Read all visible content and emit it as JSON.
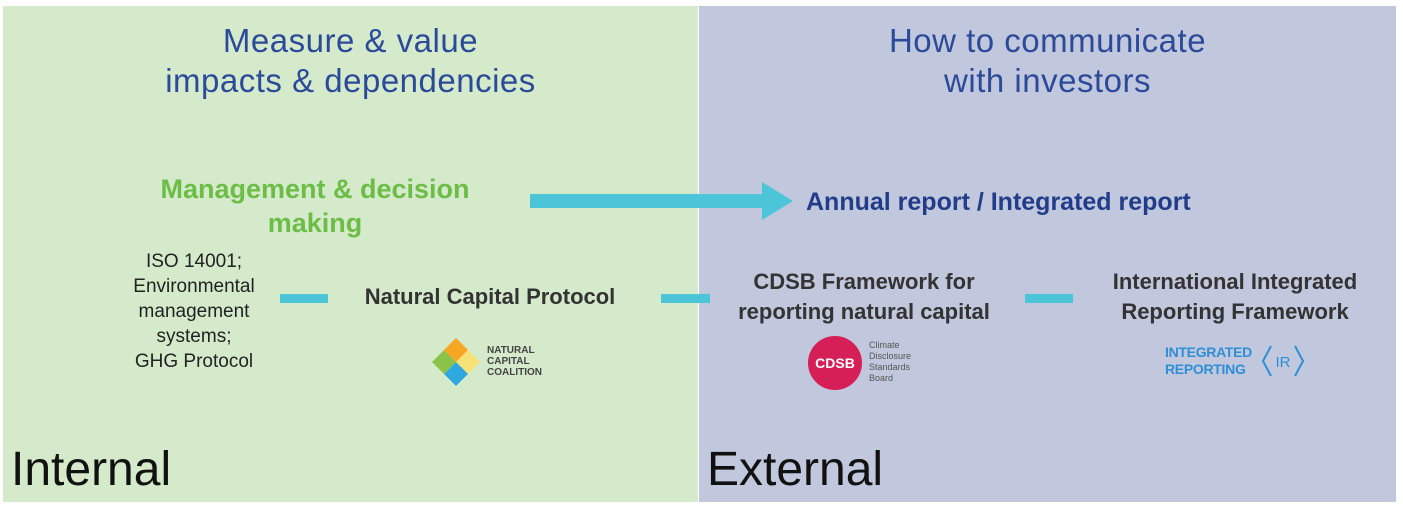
{
  "left": {
    "heading": [
      "Measure & value",
      "impacts & dependencies"
    ],
    "corner_label": "Internal",
    "management_title": "Management & decision making",
    "iso_lines": [
      "ISO 14001;",
      "Environmental",
      "management",
      "systems;",
      "GHG Protocol"
    ],
    "protocol_label": "Natural Capital Protocol",
    "logo_text": [
      "NATURAL",
      "CAPITAL",
      "COALITION"
    ]
  },
  "right": {
    "heading": [
      "How to communicate",
      "with investors"
    ],
    "corner_label": "External",
    "annual_title": "Annual report / Integrated report",
    "cdsb_label_lines": [
      "CDSB Framework for",
      "reporting natural capital"
    ],
    "iirf_label_lines": [
      "International Integrated",
      "Reporting Framework"
    ],
    "cdsb_logo_mark": "CDSB",
    "cdsb_logo_text": [
      "Climate",
      "Disclosure",
      "Standards",
      "Board"
    ],
    "ir_logo_text": [
      "INTEGRATED",
      "REPORTING"
    ],
    "ir_logo_mark": "IR"
  },
  "colors": {
    "left_bg": "#d4eacb",
    "right_bg": "#c1c7dc",
    "heading": "#2b4a9a",
    "management_green": "#6cbd45",
    "annual_blue": "#213d8a",
    "connector_teal": "#4bc5d7",
    "cdsb_red": "#d51f56",
    "ir_blue": "#2e8fd6"
  }
}
